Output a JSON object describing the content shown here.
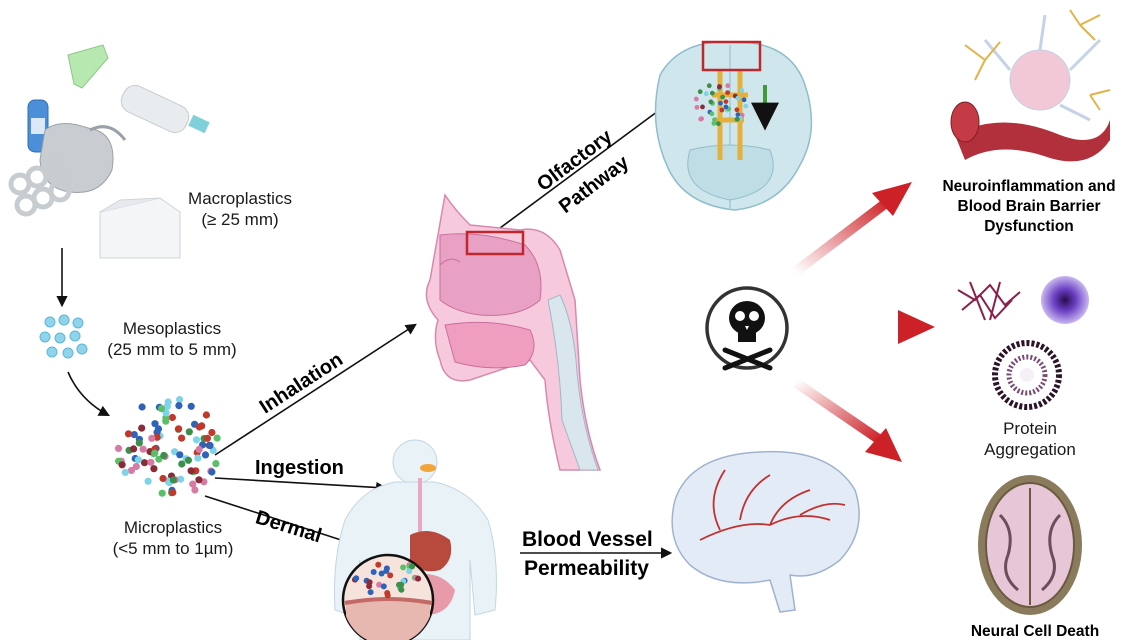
{
  "sources": {
    "macro_line1": "Macroplastics",
    "macro_line2": "(≥ 25 mm)",
    "meso_line1": "Mesoplastics",
    "meso_line2": "(25 mm to 5 mm)",
    "micro_line1": "Microplastics",
    "micro_line2": "(<5 mm to 1µm)"
  },
  "routes": {
    "inhalation": "Inhalation",
    "ingestion": "Ingestion",
    "dermal": "Dermal",
    "olfactory_line1": "Olfactory",
    "olfactory_line2": "Pathway",
    "bv_line1": "Blood Vessel",
    "bv_line2": "Permeability"
  },
  "outcomes": {
    "neuro_line1": "Neuroinflammation and",
    "neuro_line2": "Blood Brain Barrier",
    "neuro_line3": "Dysfunction",
    "protein_line1": "Protein",
    "protein_line2": "Aggregation",
    "death": "Neural Cell Death"
  },
  "colors": {
    "arrow_red": "#cc2127",
    "highlight_box": "#c0262d",
    "pink_tissue": "#e8a0c4",
    "brain_blue": "#cfe7ec"
  },
  "icons": [
    "skull-crossbones-icon"
  ]
}
